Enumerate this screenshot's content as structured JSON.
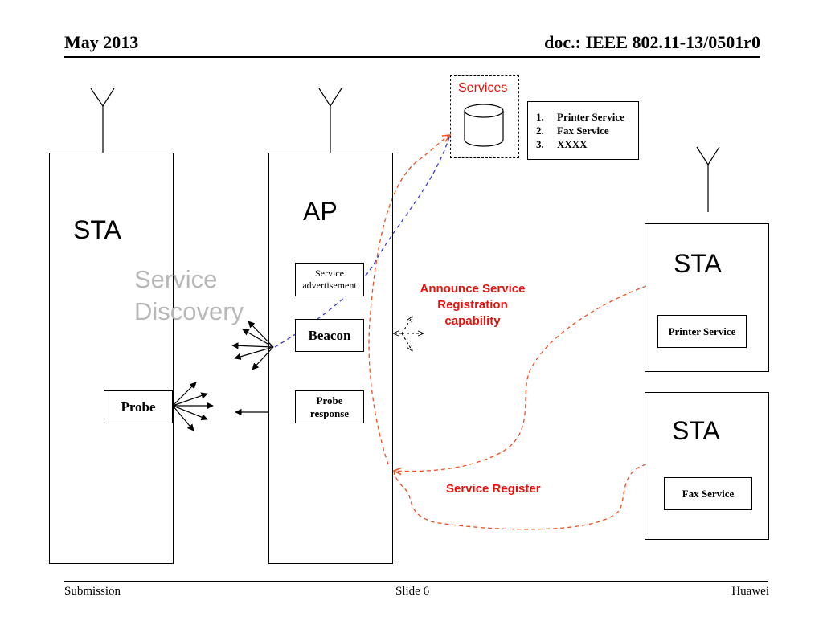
{
  "header": {
    "left": "May 2013",
    "right": "doc.: IEEE 802.11-13/0501r0"
  },
  "footer": {
    "left": "Submission",
    "center": "Slide 6",
    "right": "Huawei"
  },
  "diagram": {
    "sta_left_label": "STA",
    "ap_label": "AP",
    "sta_right_top_label": "STA",
    "sta_right_bottom_label": "STA",
    "watermark_line1": "Service",
    "watermark_line2": "Discovery",
    "probe": "Probe",
    "service_ad_line1": "Service",
    "service_ad_line2": "advertisement",
    "beacon": "Beacon",
    "probe_resp_line1": "Probe",
    "probe_resp_line2": "response",
    "services_title": "Services",
    "services_list": [
      {
        "num": "1.",
        "name": "Printer Service"
      },
      {
        "num": "2.",
        "name": "Fax Service"
      },
      {
        "num": "3.",
        "name": "XXXX"
      }
    ],
    "printer_service": "Printer Service",
    "fax_service": "Fax Service",
    "announce_line1": "Announce Service",
    "announce_line2": "Registration",
    "announce_line3": "capability",
    "service_register": "Service Register",
    "colors": {
      "red": "#e8120c",
      "dashed_red": "#f05022",
      "dashed_blue": "#3a3ad0",
      "watermark": "#b8b8b8"
    }
  }
}
